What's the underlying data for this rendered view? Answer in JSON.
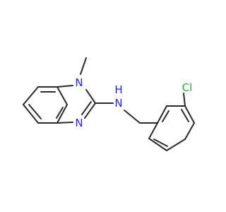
{
  "molecule": {
    "atoms": [
      {
        "id": "n1",
        "label": "N",
        "color": "#2222ee"
      },
      {
        "id": "n3",
        "label": "N",
        "color": "#2222ee"
      },
      {
        "id": "nh",
        "label": "N",
        "color": "#2222ee"
      },
      {
        "id": "h",
        "label": "H",
        "color": "#2222ee"
      },
      {
        "id": "cl",
        "label": "Cl",
        "color": "#22bb22"
      }
    ],
    "bond_color": "#2b2b2b",
    "background": "#ffffff"
  }
}
